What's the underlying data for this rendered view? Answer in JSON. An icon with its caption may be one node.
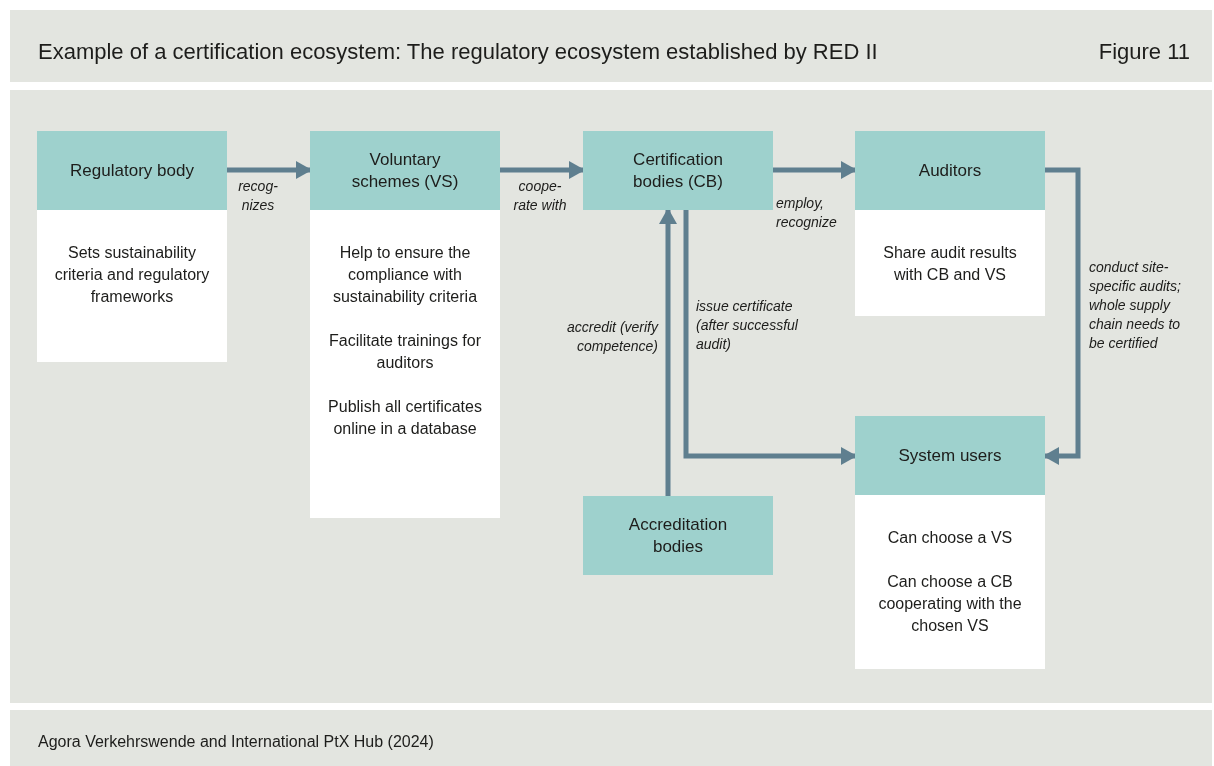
{
  "diagram": {
    "title": "Example of a certification ecosystem: The regulatory ecosystem established by RED II",
    "caption": "Agora Verkehrswende and International PtX Hub (2024)",
    "nodes": [
      {
        "text": [
          "Regulatory body",
          "Sets sustainability criteria and regulatory frameworks"
        ]
      },
      {
        "text": [
          "Voluntary schemes (VS)",
          "Help to ensure the compliance with sustainability criteria",
          "Facilitate trainings for auditors",
          "Publish all certificates online in a database"
        ]
      },
      {
        "text": [
          "Certification bodies (CB)"
        ]
      },
      {
        "text": [
          "Auditors",
          "Share audit results with CB and VS"
        ]
      },
      {
        "text": [
          "Accreditation bodies"
        ]
      },
      {
        "text": [
          "System users",
          "Can choose a VS",
          "Can choose a CB cooperating with the chosen VS"
        ]
      }
    ],
    "edges": [
      {
        "from": 0,
        "to": 1,
        "arrow": "to",
        "label": "recog- nizes"
      },
      {
        "from": 1,
        "to": 2,
        "arrow": "to",
        "label": "coope- rate with"
      },
      {
        "from": 2,
        "to": 3,
        "arrow": "to",
        "label": "employ, recognize"
      },
      {
        "from": 3,
        "to": 5,
        "arrow": "to",
        "label": "conduct site-specific audits; whole supply chain needs to be certified"
      },
      {
        "from": 4,
        "to": 2,
        "arrow": "to",
        "label": "accredit (verify competence)"
      },
      {
        "from": 2,
        "to": 5,
        "arrow": "to",
        "label": "issue certificate (after successful audit)"
      }
    ],
    "labels": [
      "Figure 11"
    ]
  }
}
